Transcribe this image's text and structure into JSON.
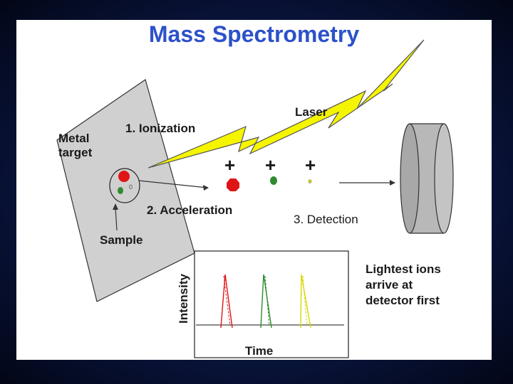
{
  "slide": {
    "title": "Mass Spectrometry",
    "labels": {
      "metal_target": "Metal\ntarget",
      "ionization": "1. Ionization",
      "laser": "Laser",
      "acceleration": "2. Acceleration",
      "detection": "3. Detection",
      "sample": "Sample",
      "lightest_ions": "Lightest ions\narrive at\ndetector first",
      "intensity_axis": "Intensity",
      "time_axis": "Time"
    },
    "ion_symbols": [
      "+",
      "+",
      "+"
    ],
    "sample_small_label": "0"
  },
  "colors": {
    "title": "#2c51c9",
    "laser": "#f5f500",
    "metal_target": "#cfcfcf",
    "ion_heavy": "#e01515",
    "ion_medium": "#2e8b2e",
    "ion_light": "#d8d800",
    "detector": "#b8b8b8"
  }
}
